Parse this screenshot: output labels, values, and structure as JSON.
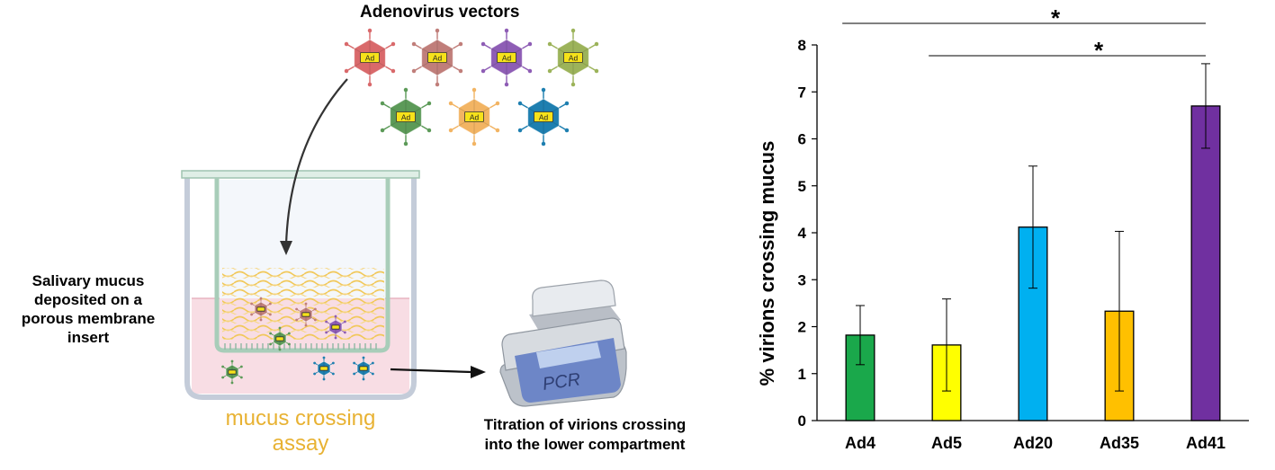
{
  "figure": {
    "vectors_label": "Adenovirus vectors",
    "mucus_label": [
      "Salivary mucus",
      "deposited on a",
      "porous membrane",
      "insert"
    ],
    "assay_label": [
      "mucus crossing",
      "assay"
    ],
    "titration_label": [
      "Titration of virions crossing",
      "into the lower compartment"
    ],
    "pcr_label": "PCR",
    "virus_capsid_text": "Ad",
    "virus_colors": [
      "#d9696b",
      "#c07e7a",
      "#8e5db5",
      "#9cb35a",
      "#5c9a58",
      "#f2b463",
      "#1e7fb0"
    ],
    "mucus_color": "#f1c85a",
    "assay_text_color": "#e8b233",
    "medium_color": "#f8dde4"
  },
  "chart_data": {
    "type": "bar",
    "categories": [
      "Ad4",
      "Ad5",
      "Ad20",
      "Ad35",
      "Ad41"
    ],
    "values": [
      1.82,
      1.61,
      4.12,
      2.33,
      6.7
    ],
    "errors": [
      0.63,
      0.98,
      1.3,
      1.7,
      0.9
    ],
    "colors": [
      "#1aa84b",
      "#ffff00",
      "#00b0f0",
      "#ffc000",
      "#7030a0"
    ],
    "ylabel": "% virions crossing mucus",
    "ylim": [
      0,
      8
    ],
    "yticks": [
      0,
      1,
      2,
      3,
      4,
      5,
      6,
      7,
      8
    ],
    "significance": [
      {
        "from": "Ad4",
        "to": "Ad41",
        "label": "*"
      },
      {
        "from": "Ad5",
        "to": "Ad41",
        "label": "*"
      }
    ],
    "grid": false
  }
}
